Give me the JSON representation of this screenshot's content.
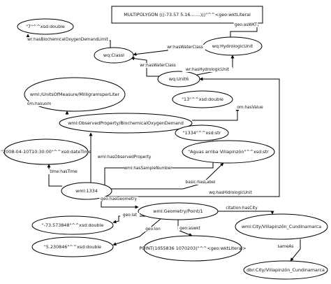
{
  "diagram": {
    "nodes": [
      {
        "id": "multipolygon",
        "label": "MULTIPOLYGON (((-73.57 5.16.......)))\"^^<geo:wktLiteral",
        "shape": "rect"
      },
      {
        "id": "bod_double",
        "label": "\"7\"^^xsd:double",
        "shape": "ellipse"
      },
      {
        "id": "hydrologic_unit",
        "label": "wq:HydrologicUnit",
        "shape": "ellipse"
      },
      {
        "id": "class_i",
        "label": "wq:ClassI",
        "shape": "ellipse"
      },
      {
        "id": "unit6",
        "label": "wq:Unit6",
        "shape": "ellipse"
      },
      {
        "id": "units_of_measure",
        "label": "wml:/UnitsOfMeasure/MilligramsperLiter",
        "shape": "ellipse"
      },
      {
        "id": "val_13",
        "label": "\"13\"^^xsd:double",
        "shape": "ellipse"
      },
      {
        "id": "observed_property",
        "label": "wml:ObservedProperty/BiochemicalOxygenDemand",
        "shape": "ellipse"
      },
      {
        "id": "str_1334",
        "label": "\"1334\"^^xsd:str",
        "shape": "ellipse"
      },
      {
        "id": "datetime",
        "label": "\"2008-04-10T10:30:00\"^^xsd:dateTime",
        "shape": "ellipse"
      },
      {
        "id": "aguas_arriba",
        "label": "\"Aguas arriba Villapinzón\"^^xsd:str",
        "shape": "ellipse"
      },
      {
        "id": "wml_1334",
        "label": "wml:1334",
        "shape": "ellipse"
      },
      {
        "id": "geometry_point",
        "label": "wml:Geometry/Point/1",
        "shape": "ellipse"
      },
      {
        "id": "city_villapinzon",
        "label": "wml:City/Villapinzón_Cundinamarca",
        "shape": "ellipse"
      },
      {
        "id": "lat_double",
        "label": "\"-73.573848\"^^xsd:double",
        "shape": "ellipse"
      },
      {
        "id": "lon_double",
        "label": "\"5.230846\"^^xsd:double",
        "shape": "ellipse"
      },
      {
        "id": "point_wkt",
        "label": "POINT(1055836 1070203)\"^^<geo:wktLiteral>",
        "shape": "ellipse"
      },
      {
        "id": "dbr_city",
        "label": "dbr:City/Villapinzón_Cundinamarca",
        "shape": "ellipse"
      }
    ],
    "edges": [
      {
        "id": "e_aswkt_poly",
        "label": "geo:asWKT",
        "source": "hydrologic_unit",
        "target": "multipolygon"
      },
      {
        "id": "e_bod_limit",
        "label": "wr:hasBiochemicalOxygenDemandLimit",
        "source": "class_i",
        "target": "bod_double"
      },
      {
        "id": "e_water_class_hu",
        "label": "wr:hasWaterClass",
        "source": "hydrologic_unit",
        "target": "class_i"
      },
      {
        "id": "e_water_class_u6",
        "label": "wr:hasWaterClass",
        "source": "unit6",
        "target": "class_i"
      },
      {
        "id": "e_has_hydro_unit",
        "label": "wr:hasHydrologicUnit",
        "source": "unit6",
        "target": "hydrologic_unit"
      },
      {
        "id": "e_hasuom",
        "label": "om:hasuom",
        "source": "observed_property",
        "target": "units_of_measure"
      },
      {
        "id": "e_hasvalue",
        "label": "om:hasValue",
        "source": "observed_property",
        "target": "val_13"
      },
      {
        "id": "e_observed_prop",
        "label": "wml:hasObservedProperty",
        "source": "wml_1334",
        "target": "observed_property"
      },
      {
        "id": "e_has_time",
        "label": "time:hasTime",
        "source": "wml_1334",
        "target": "datetime"
      },
      {
        "id": "e_sample_number",
        "label": "wml:hasSampleNumber",
        "source": "wml_1334",
        "target": "str_1334"
      },
      {
        "id": "e_has_label",
        "label": "basic:hasLabel",
        "source": "wml_1334",
        "target": "aguas_arriba"
      },
      {
        "id": "e_hidrologic_unit",
        "label": "wq:hasHidrologicUnit",
        "source": "wml_1334",
        "target": "unit6"
      },
      {
        "id": "e_has_geometry",
        "label": "geo:hasGeometry",
        "source": "wml_1334",
        "target": "geometry_point"
      },
      {
        "id": "e_has_city",
        "label": "citation:hasCity",
        "source": "geometry_point",
        "target": "city_villapinzon"
      },
      {
        "id": "e_lat",
        "label": "geo:lat",
        "source": "geometry_point",
        "target": "lat_double"
      },
      {
        "id": "e_lon",
        "label": "geo:lon",
        "source": "geometry_point",
        "target": "lon_double"
      },
      {
        "id": "e_aswkt_point",
        "label": "geo:aswkt",
        "source": "geometry_point",
        "target": "point_wkt"
      },
      {
        "id": "e_same_as",
        "label": "sameAs",
        "source": "city_villapinzon",
        "target": "dbr_city"
      }
    ]
  }
}
